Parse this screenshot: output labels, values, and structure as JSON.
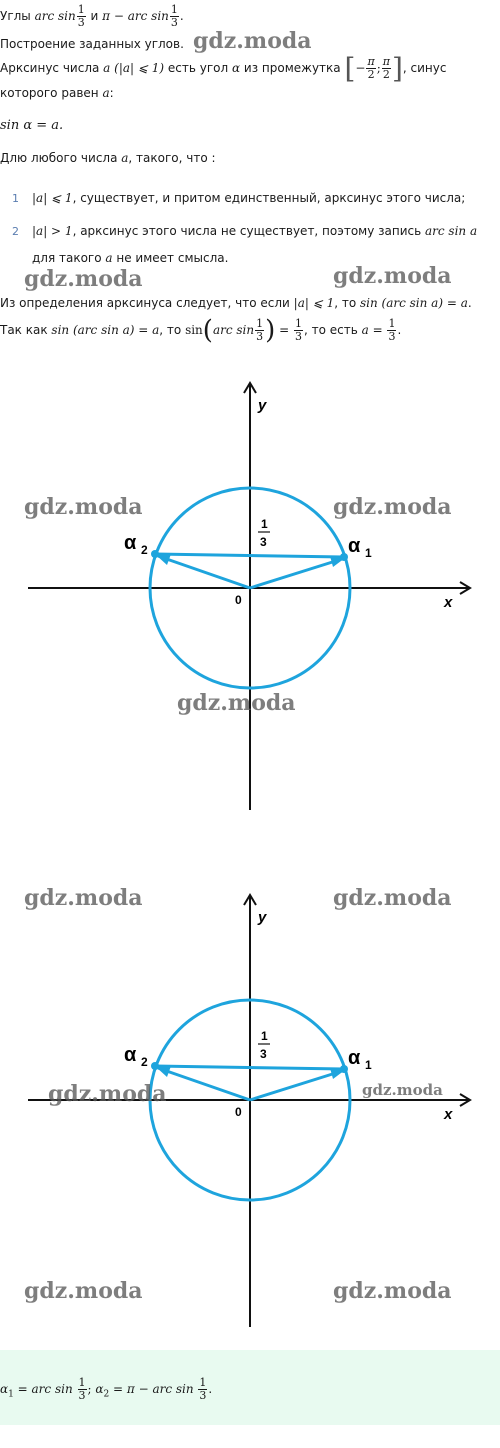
{
  "text": {
    "l1_prefix": "Углы ",
    "l1_and": " и ",
    "l1_end": ".",
    "l2": "Построение заданных углов.",
    "l3_a": "Арксинус числа ",
    "l3_b": " есть угол ",
    "l3_c": " из промежутка ",
    "l3_d": ", синус",
    "l4_a": "которого равен ",
    "l4_b": ":",
    "l5": "sin α = a.",
    "l6_a": "Длю любого числа ",
    "l6_b": ", такого, что :",
    "item1_num": "1",
    "item1_text": ", существует, и притом единственный, арксинус этого числа;",
    "item2_num": "2",
    "item2_text": ", арксинус этого числа не существует, поэтому запись ",
    "item2_cont_a": "для такого ",
    "item2_cont_b": " не имеет смысла.",
    "l9_a": "Из определения арксинуса следует, что если ",
    "l9_b": ", то ",
    "l9_c": ".",
    "l10_a": "Так как ",
    "l10_b": ", то ",
    "l10_c": ", то есть ",
    "l10_d": "."
  },
  "math": {
    "arcsin": "arc sin",
    "one": "1",
    "three": "3",
    "pi_minus_arcsin": "π − arc sin",
    "a": "a",
    "alpha": "α",
    "abs_a_le_1": "(|a| ⩽ 1)",
    "minus_pi": "−",
    "pi": "π",
    "two": "2",
    "semicolon": ";",
    "abs_le_1": "|a| ⩽ 1",
    "abs_gt_1": "|a| > 1",
    "arcsin_a": "arc sin a",
    "sin_arcsin_a_eq_a": "sin (arc sin a) = a",
    "sin_arcsin_a_eq_a2": "sin (arc sin a) = a",
    "sin_open": "sin",
    "eq": " = ",
    "a_eq": "a = "
  },
  "watermark": "gdz.moda",
  "figure": {
    "y_label": "y",
    "x_label": "x",
    "origin": "0",
    "frac_num": "1",
    "frac_den": "3",
    "alpha1": "α",
    "alpha1_sub": "1",
    "alpha2": "α",
    "alpha2_sub": "2"
  },
  "answer": {
    "a1": "α",
    "sub1": "1",
    "eq1": " = arc sin ",
    "sep": "; ",
    "a2": "α",
    "sub2": "2",
    "eq2": " = π − arc sin ",
    "end": "."
  },
  "colors": {
    "circle": "#1ea4dd",
    "axis": "#111111",
    "answer_bg": "#e8faf0",
    "watermark": "#5a5a5a"
  }
}
